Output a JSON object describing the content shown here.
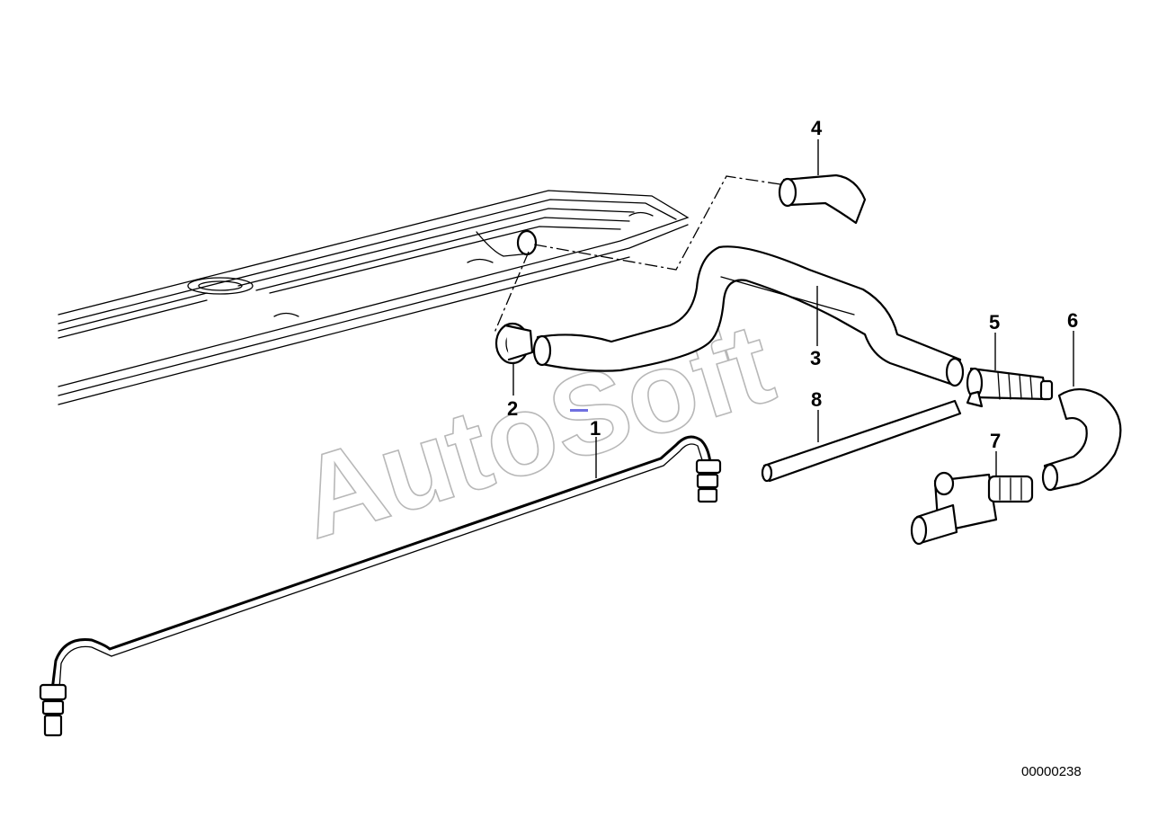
{
  "callouts": {
    "c1": "1",
    "c2": "2",
    "c3": "3",
    "c4": "4",
    "c5": "5",
    "c6": "6",
    "c7": "7",
    "c8": "8"
  },
  "watermark": "AutoSoft",
  "document_number": "00000238",
  "colors": {
    "line": "#000000",
    "watermark": "#b8b8b8",
    "marker": "#6f6fe0"
  }
}
